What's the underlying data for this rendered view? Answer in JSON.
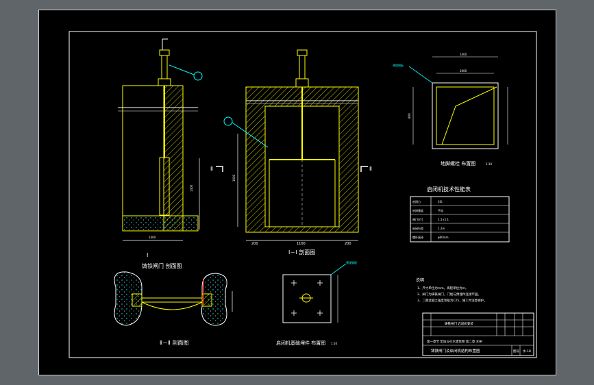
{
  "views": {
    "elevation": {
      "roman": "Ⅰ",
      "caption": "铸铁闸门 剖面图",
      "dim_width": "1400",
      "dim_height": "1400"
    },
    "front": {
      "caption": "Ⅰ－Ⅰ 剖面图",
      "mark_left": "Ⅱ",
      "mark_right": "Ⅱ",
      "dim_left": "200",
      "dim_mid": "1100",
      "dim_right": "200",
      "dim_side": "1600"
    },
    "plan": {
      "caption": "Ⅱ－Ⅱ 剖面图"
    },
    "base": {
      "caption": "启闭机基础埋件 布置图",
      "scale": "1:10",
      "callout": "预埋钢板"
    },
    "detail": {
      "caption": "地脚螺栓 布置图",
      "scale": "1:10",
      "dim_top_outer": "1400",
      "dim_top_inner": "1000",
      "dim_left": "800",
      "callout": "预埋钢板"
    }
  },
  "spec_table": {
    "title": "启闭机技术性能表",
    "rows": [
      {
        "name": "启闭力",
        "value": "10t"
      },
      {
        "name": "启闭速度",
        "value": "手动"
      },
      {
        "name": "闸门尺寸",
        "value": "1.1×1.1"
      },
      {
        "name": "启闭行程",
        "value": "1.2m"
      },
      {
        "name": "螺杆直径",
        "value": "φ60mm"
      }
    ]
  },
  "notes": {
    "title": "说明",
    "lines": [
      "1、尺寸单位为mm，高程单位为m。",
      "2、闸门为铸铁闸门，门框与预埋件连接牢固。",
      "3、二期混凝土强度等级为C25，施工时注意保护。"
    ]
  },
  "title_block": {
    "row1": "铸铁闸门 启闭机安装",
    "row2": "第一章节  泵站与引水建筑物    第二章  水闸",
    "row3": "铸铁闸门及启闭机结构布置图",
    "sheet_label": "图号",
    "sheet_no": "水-18"
  }
}
